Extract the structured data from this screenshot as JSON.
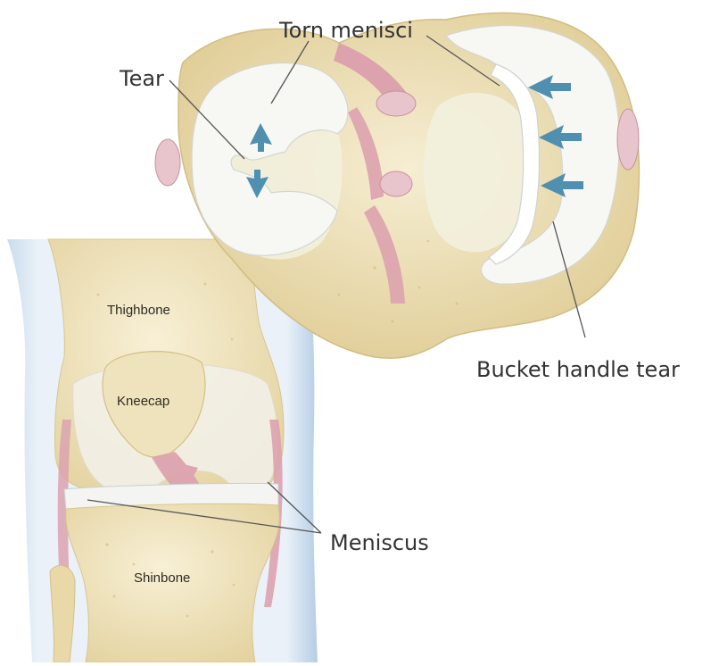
{
  "labels": {
    "torn_menisci": "Torn menisci",
    "tear": "Tear",
    "bucket_handle_tear": "Bucket handle tear",
    "meniscus": "Meniscus",
    "thighbone": "Thighbone",
    "kneecap": "Kneecap",
    "shinbone": "Shinbone"
  },
  "colors": {
    "bone": "#efe3bd",
    "bone_shadow": "#d9c68e",
    "cartilage": "#f7f7f4",
    "ligament": "#dca2ae",
    "skin_blue": "#bdd3e8",
    "arrow": "#4f8fb0",
    "leader_line": "#555555"
  },
  "icons": [
    "arrow-icon"
  ]
}
